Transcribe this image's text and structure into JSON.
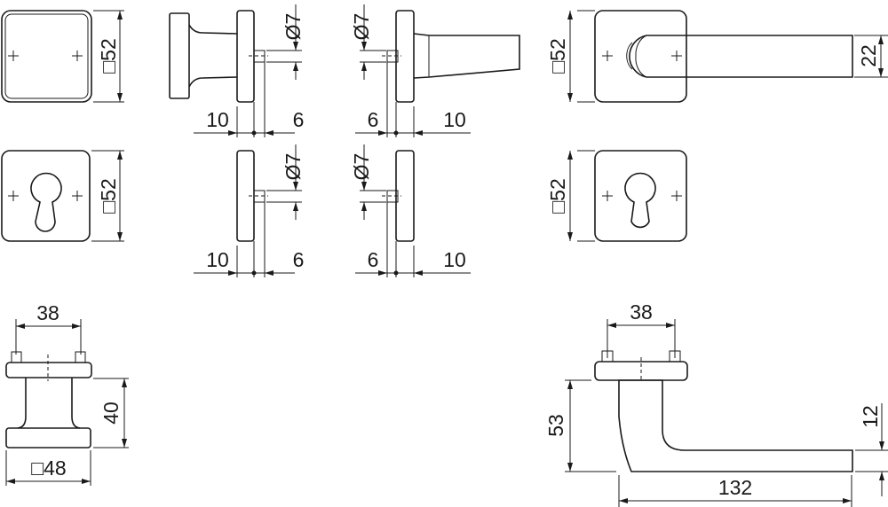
{
  "drawing": {
    "rosette_knob_size": "□52",
    "rosette_cylinder_size": "□52",
    "lever_rosette_size": "□52",
    "lever_cylinder_rosette_size": "□52",
    "lever_grip_height": "22",
    "spindle_dia_1": "Ø7",
    "spindle_dia_2": "Ø7",
    "spindle_dia_3": "Ø7",
    "spindle_dia_4": "Ø7",
    "offset_a1": "10",
    "offset_b1": "6",
    "offset_a2": "6",
    "offset_b2": "10",
    "offset_a3": "10",
    "offset_b3": "6",
    "offset_a4": "6",
    "offset_b4": "10",
    "knob_pin_spacing": "38",
    "knob_height": "40",
    "knob_base_size": "□48",
    "lever_pin_spacing": "38",
    "lever_height": "53",
    "lever_length": "132",
    "lever_thickness": "12"
  }
}
